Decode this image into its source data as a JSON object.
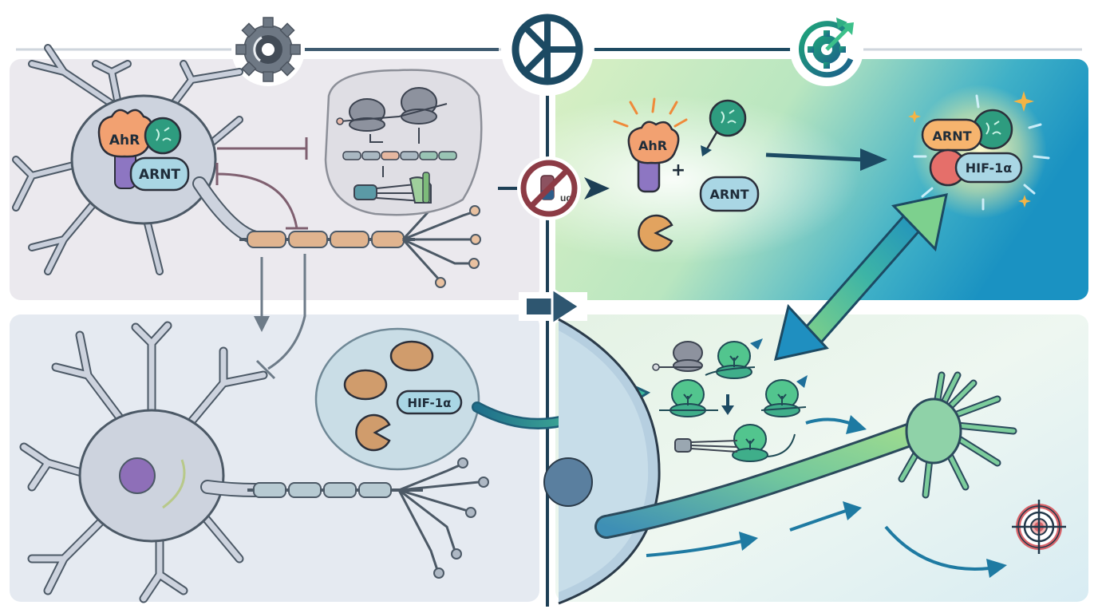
{
  "figure": {
    "type": "four-panel scientific pathway illustration",
    "header_icons": [
      "gear-cycle-icon",
      "receptor-blocker-symbol-icon",
      "gear-target-arrow-icon"
    ],
    "colors": {
      "inactive_panel": "#ebe9ee",
      "inactive_panel_lower": "#e6ebf1",
      "active_green": "#c8eab8",
      "active_teal": "#1e9bc4",
      "dark_navy": "#1c4a63",
      "ahr_orange": "#f2a171",
      "ligand_green": "#2e9c7f",
      "arnt_blue": "#a9d6e4",
      "target_red": "#d9646a"
    }
  },
  "panels": {
    "top_left": {
      "name": "inactive-receptor-complex",
      "labels": {
        "ahr": "AhR",
        "arnt": "ARNT"
      }
    },
    "top_right": {
      "name": "ligand-activation",
      "labels": {
        "ahr": "AhR",
        "arnt": "ARNT",
        "plus": "+",
        "complex_arnt": "ARNT",
        "complex_hif": "HIF-1α"
      }
    },
    "bottom_left": {
      "name": "quiescent-neuron",
      "labels": {
        "hif": "HIF-1α"
      }
    },
    "bottom_right": {
      "name": "gene-expression-and-neurite-outgrowth"
    }
  },
  "center": {
    "inhibitor_badge_text": "ug"
  }
}
